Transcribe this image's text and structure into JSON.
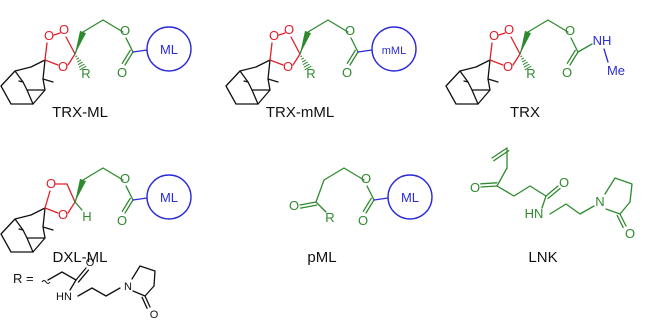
{
  "colors": {
    "bond": "#111111",
    "green": "#2f8a2f",
    "red": "#e0202a",
    "blue": "#2b2bd9"
  },
  "compounds": [
    {
      "id": "trx-ml",
      "caption": "TRX-ML",
      "core": "1,2,4-trioxolane",
      "r_label": "R",
      "tag": "ML"
    },
    {
      "id": "trx-mml",
      "caption": "TRX-mML",
      "core": "1,2,4-trioxolane",
      "r_label": "R",
      "tag": "mML"
    },
    {
      "id": "trx",
      "caption": "TRX",
      "core": "1,2,4-trioxolane",
      "r_label": "R",
      "amide": {
        "n": "NH",
        "me": "Me"
      }
    },
    {
      "id": "dxl-ml",
      "caption": "DXL-ML",
      "core": "1,3-dioxolane",
      "h_label": "H",
      "tag": "ML"
    },
    {
      "id": "pml",
      "caption": "pML",
      "core": "ketone",
      "r_label": "R",
      "tag": "ML"
    },
    {
      "id": "lnk",
      "caption": "LNK",
      "core": "vinyl ketone"
    }
  ],
  "atoms": {
    "oxygen": "O",
    "nitrogen": "N",
    "amide_nh": "HN"
  },
  "r_definition": {
    "label": "R ="
  }
}
